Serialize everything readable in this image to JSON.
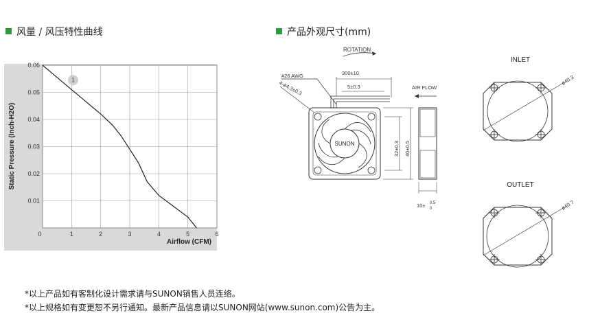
{
  "left_section": {
    "title": "风量 / 风压特性曲线"
  },
  "right_section": {
    "title": "产品外观尺寸(mm)"
  },
  "chart_data": {
    "type": "line",
    "xlabel": "Airflow (CFM)",
    "ylabel": "Static Pressure (Inch-H2O)",
    "xlim": [
      0,
      6
    ],
    "ylim": [
      0,
      0.06
    ],
    "x_ticks": [
      "0",
      "1",
      "2",
      "3",
      "4",
      "5",
      "6"
    ],
    "y_ticks": [
      "0.01",
      "0.02",
      "0.03",
      "0.04",
      "0.05",
      "0.06"
    ],
    "grid": true,
    "series": [
      {
        "marker_label": "1",
        "x": [
          0,
          0.5,
          1.0,
          1.5,
          2.0,
          2.4,
          2.7,
          3.0,
          3.3,
          3.6,
          4.0,
          4.5,
          5.0,
          5.3
        ],
        "values": [
          0.06,
          0.0555,
          0.051,
          0.0465,
          0.042,
          0.038,
          0.034,
          0.029,
          0.024,
          0.017,
          0.012,
          0.008,
          0.004,
          0.0
        ]
      }
    ],
    "marker_point": {
      "x": 1.05,
      "y": 0.0545
    }
  },
  "drawing": {
    "rotation": "ROTATION",
    "wire": "#26 AWG",
    "lead_length": "300±10",
    "strip_length": "5±0.3",
    "hole": "4-ø4.3±0.3",
    "brand": "SUNON",
    "dim_32": "32±0.3",
    "dim_40": "40±0.5",
    "air_flow": "AIR FLOW",
    "thickness": "10±",
    "thickness_tol_upper": "0.5",
    "thickness_tol_lower": "0",
    "inlet_label": "INLET",
    "inlet_dia": "ø40.3",
    "outlet_label": "OUTLET",
    "outlet_dia": "ø40.7"
  },
  "notes": [
    "*以上产品如有客制化设计需求请与SUNON销售人员连络。",
    "*以上规格如有变更恕不另行通知。最新产品信息请以SUNON网站(www.sunon.com)公告为主。"
  ]
}
